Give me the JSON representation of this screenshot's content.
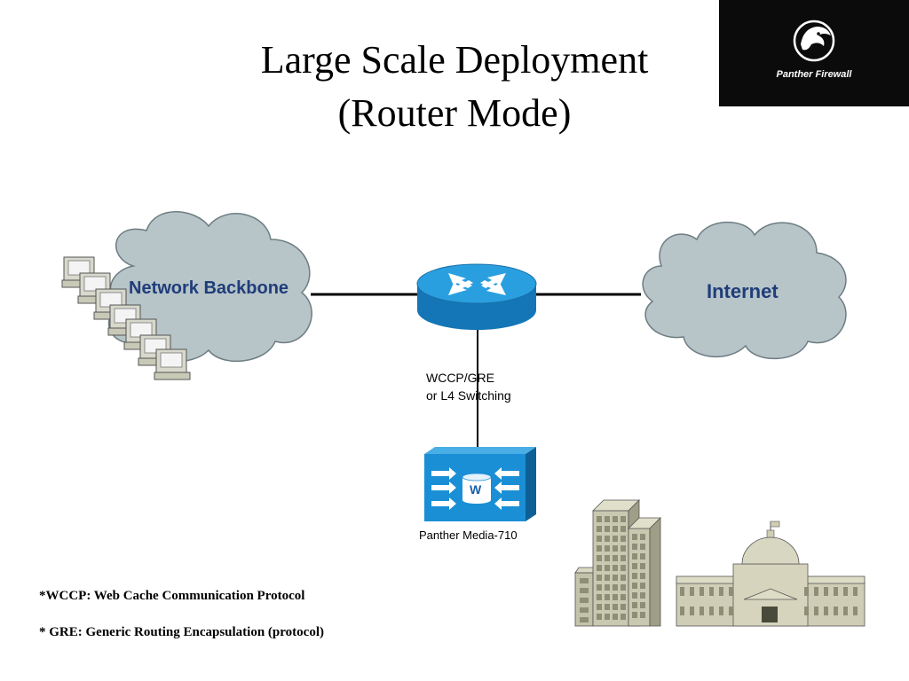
{
  "slide": {
    "title_line1": "Large Scale Deployment",
    "title_line2": "(Router Mode)"
  },
  "logo": {
    "name": "Panther Firewall",
    "icon": "panther-head-icon"
  },
  "diagram": {
    "backbone_label": "Network Backbone",
    "internet_label": "Internet",
    "link_label_line1": "WCCP/GRE",
    "link_label_line2": "or L4 Switching",
    "appliance_label": "Panther Media-710",
    "appliance_badge": "W",
    "colors": {
      "cloud_fill": "#b7c4c8",
      "cloud_stroke": "#6d7d82",
      "cisco_blue": "#1a8fd6",
      "label_blue": "#1f3d7a",
      "building": "#c9c8b0"
    }
  },
  "footnotes": {
    "wccp": "*WCCP: Web Cache Communication Protocol",
    "gre": "* GRE: Generic Routing Encapsulation (protocol)"
  }
}
